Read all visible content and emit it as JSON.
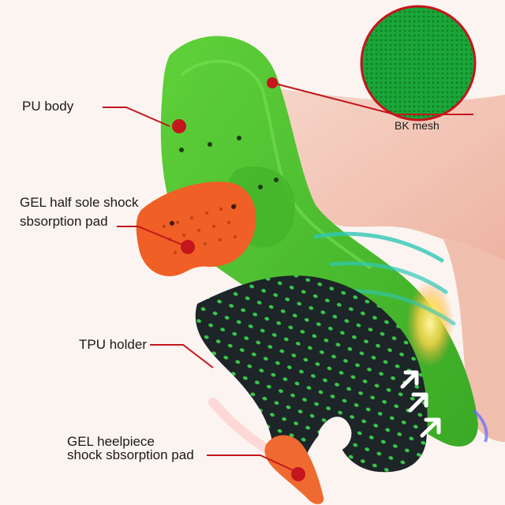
{
  "labels": {
    "pu_body": "PU body",
    "bk_mesh": "BK mesh",
    "gel_half_sole_line1": "GEL half sole shock",
    "gel_half_sole_line2": "sbsorption pad",
    "tpu_holder": "TPU holder",
    "gel_heelpiece_line1": "GEL heelpiece",
    "gel_heelpiece_line2": "shock sbsorption pad"
  },
  "colors": {
    "background": "#fbf4f0",
    "insole_green": "#4cc02e",
    "insole_green_dark": "#2f9a1c",
    "gel_orange": "#ef5f26",
    "tpu_black": "#1d2528",
    "tpu_dots": "#39c84a",
    "callout_red": "#c4161c",
    "mesh_green": "#1fa83a",
    "foot_skin": "#f3c7b8"
  },
  "icons": [
    "arrow-up-right-icon",
    "callout-dot-icon"
  ]
}
